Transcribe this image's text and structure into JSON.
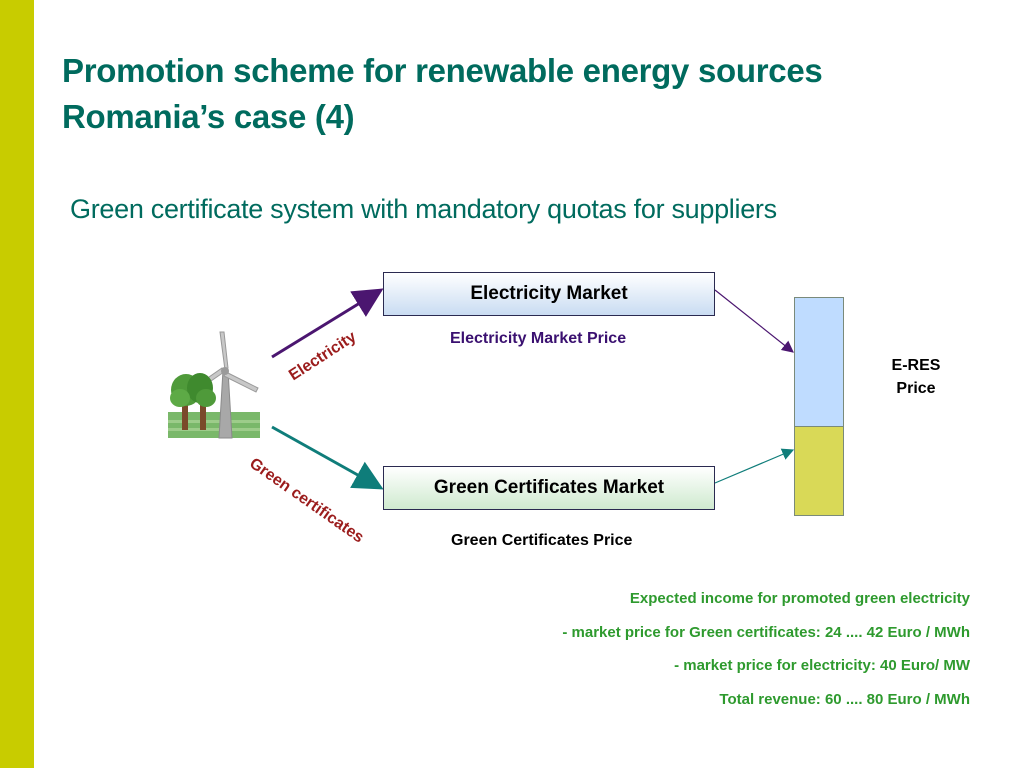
{
  "colors": {
    "accent_strip": "#c8cc00",
    "title": "#006b5e",
    "arrow_electricity": "#4b1670",
    "arrow_green_certificates": "#0f7d7a",
    "arrow_label": "#9b1c1c",
    "bar_electricity": "#bfdcff",
    "bar_green_certificates": "#d9d957",
    "notes_text": "#2e9a2e"
  },
  "slide": {
    "title_line1": "Promotion scheme for renewable energy sources",
    "title_line2": "Romania’s case (4)",
    "subtitle": "Green certificate system with mandatory quotas for suppliers"
  },
  "diagram": {
    "icon": "wind-turbine-with-trees",
    "arrow_electricity_label": "Electricity",
    "arrow_gc_label": "Green certificates",
    "electricity_market_label": "Electricity Market",
    "electricity_market_price": "Electricity Market Price",
    "gc_market_label": "Green Certificates Market",
    "gc_price": "Green Certificates Price",
    "eres_line1": "E-RES",
    "eres_line2": "Price"
  },
  "notes": [
    "Expected income for promoted green electricity",
    "- market price for Green certificates: 24 .... 42 Euro / MWh",
    "- market price for electricity: 40 Euro/ MW",
    "Total revenue: 60 .... 80 Euro / MWh"
  ]
}
